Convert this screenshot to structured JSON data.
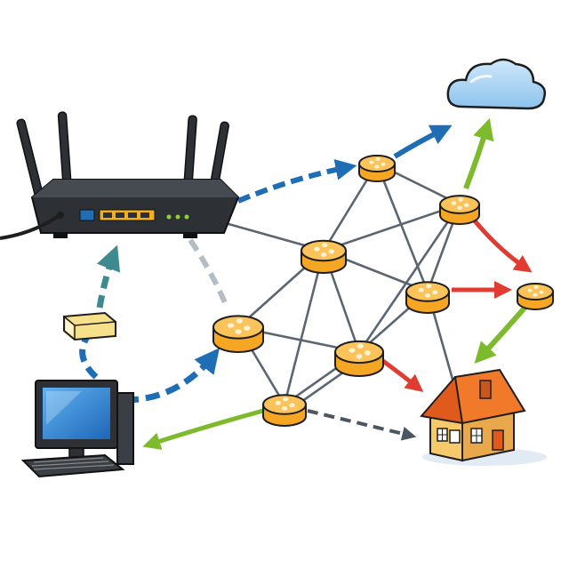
{
  "diagram": {
    "nodes": [
      {
        "id": "n1",
        "name": "node-top"
      },
      {
        "id": "n2",
        "name": "node-upper-right"
      },
      {
        "id": "n3",
        "name": "node-center-upper"
      },
      {
        "id": "n4",
        "name": "node-center-right"
      },
      {
        "id": "n5",
        "name": "node-left"
      },
      {
        "id": "n6",
        "name": "node-center-lower"
      },
      {
        "id": "n7",
        "name": "node-bottom"
      },
      {
        "id": "n8",
        "name": "node-far-right"
      }
    ],
    "links": [
      [
        "n1",
        "n2"
      ],
      [
        "n1",
        "n3"
      ],
      [
        "n1",
        "n4"
      ],
      [
        "n2",
        "n3"
      ],
      [
        "n2",
        "n4"
      ],
      [
        "n2",
        "n6"
      ],
      [
        "n3",
        "n4"
      ],
      [
        "n3",
        "n5"
      ],
      [
        "n3",
        "n6"
      ],
      [
        "n4",
        "n6"
      ],
      [
        "n4",
        "n7"
      ],
      [
        "n5",
        "n6"
      ],
      [
        "n5",
        "n7"
      ],
      [
        "n6",
        "n7"
      ],
      [
        "n6",
        "n7"
      ],
      [
        "router",
        "n3"
      ]
    ],
    "colors": {
      "node_fill": "#F5A623",
      "node_top": "#FBC35A",
      "node_outline": "#1E1E1E",
      "link": "#5B6670",
      "arrow_blue": "#1F6DB5",
      "arrow_green": "#7DBA2C",
      "arrow_red": "#E03C31",
      "arrow_teal": "#3D8A8F",
      "arrow_gray": "#B4BCC4",
      "arrow_darkgray": "#4A5661",
      "router_body": "#2D3135",
      "router_port": "#F2B01E",
      "router_led": "#8BD438",
      "cloud": "#A9D4F2",
      "house_roof": "#F07A2A",
      "house_wall": "#F6C96A",
      "screen": "#2E8AD8"
    },
    "icons": [
      "router-icon",
      "cloud-icon",
      "house-icon",
      "computer-icon",
      "packet-icon"
    ]
  }
}
